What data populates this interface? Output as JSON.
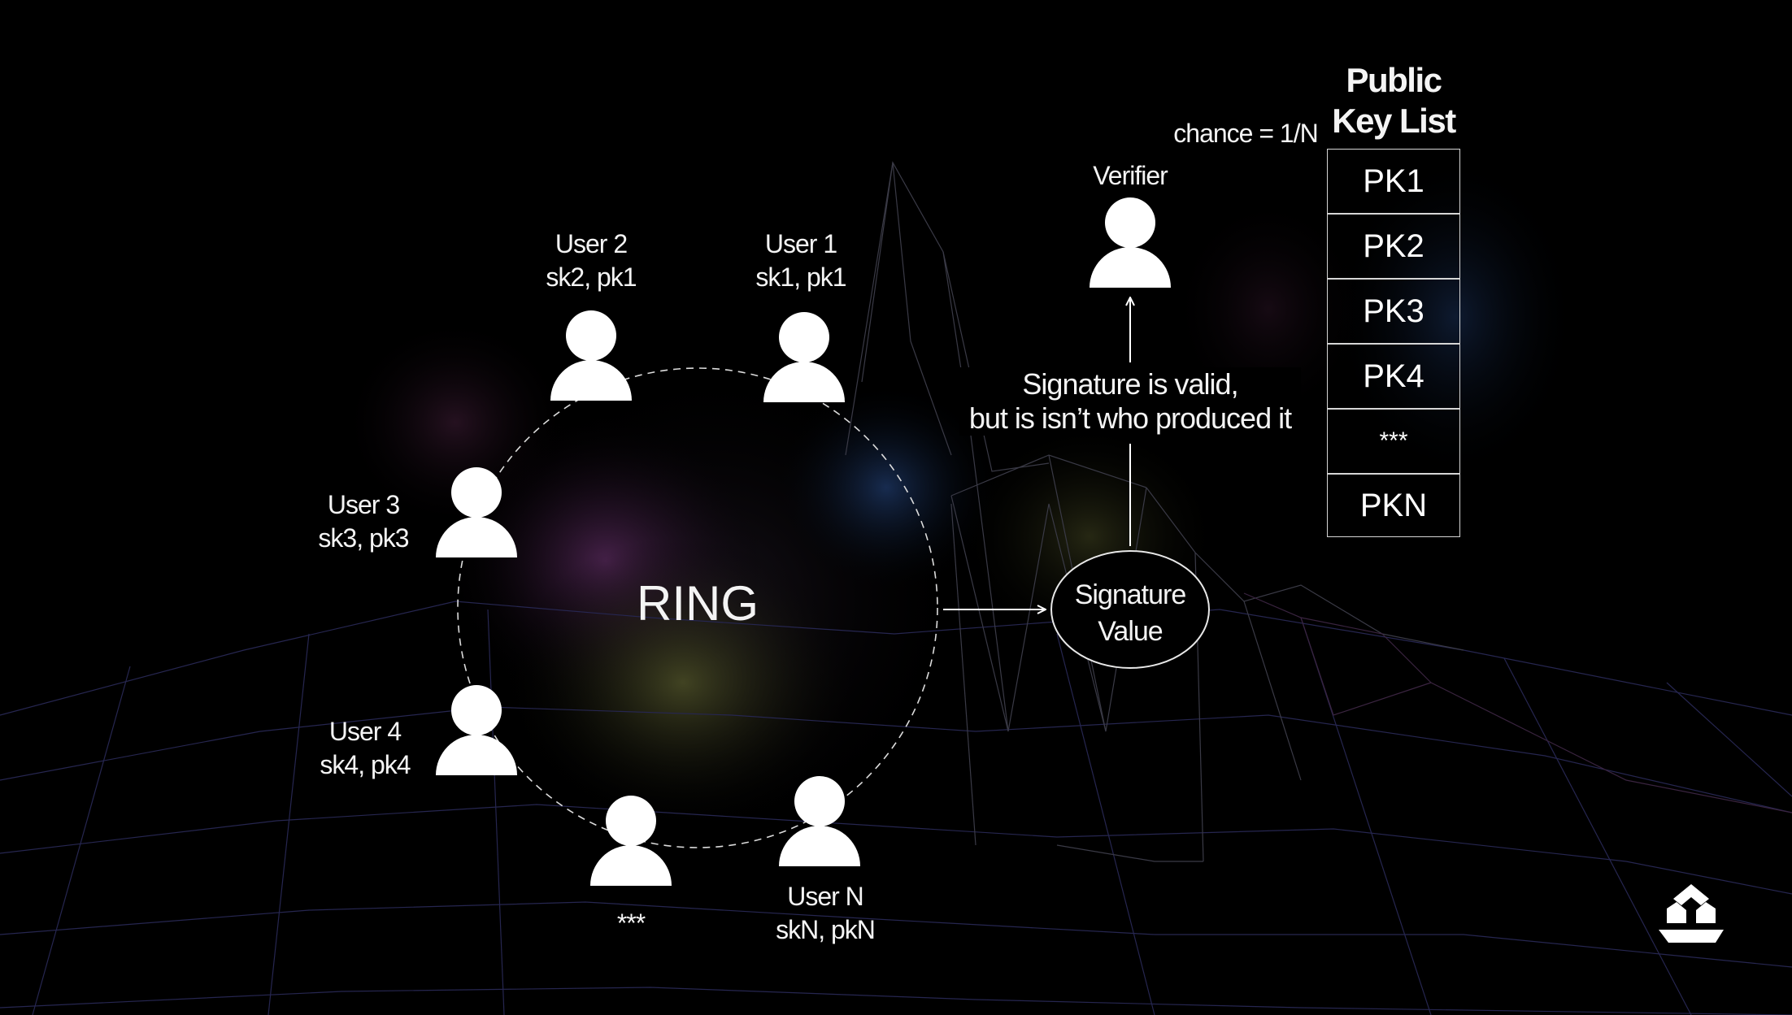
{
  "ring_label": "RING",
  "users": [
    {
      "id": "user-1",
      "name": "User 1",
      "keys": "sk1, pk1"
    },
    {
      "id": "user-2",
      "name": "User 2",
      "keys": "sk2, pk1"
    },
    {
      "id": "user-3",
      "name": "User 3",
      "keys": "sk3, pk3"
    },
    {
      "id": "user-4",
      "name": "User 4",
      "keys": "sk4, pk4"
    },
    {
      "id": "user-ellipsis",
      "name": "***",
      "keys": ""
    },
    {
      "id": "user-n",
      "name": "User N",
      "keys": "skN, pkN"
    }
  ],
  "signature": {
    "line1": "Signature",
    "line2": "Value"
  },
  "note": {
    "line1": "Signature is valid,",
    "line2": "but is isn’t who produced it"
  },
  "verifier_label": "Verifier",
  "chance_label": "chance = 1/N",
  "public_key_list": {
    "title_line1": "Public",
    "title_line2": "Key List",
    "rows": [
      "PK1",
      "PK2",
      "PK3",
      "PK4",
      "***",
      "PKN"
    ]
  },
  "logo_icon": "brand-logo-icon",
  "colors": {
    "background": "#000000",
    "foreground": "#ffffff",
    "grid": "#2a2a55"
  }
}
